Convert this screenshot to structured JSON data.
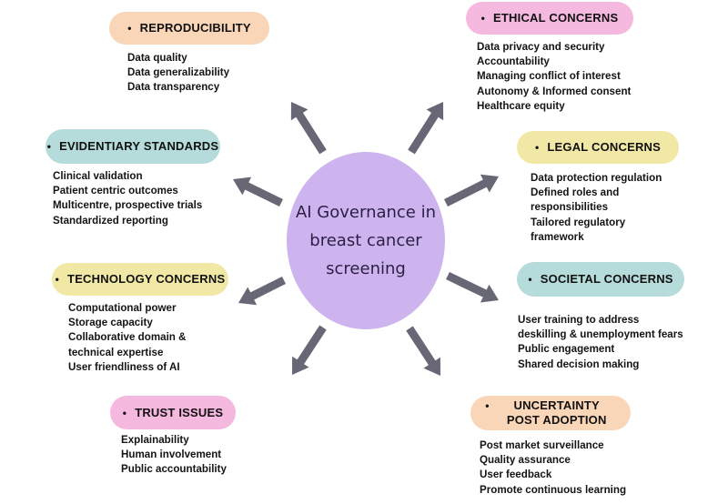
{
  "colors": {
    "peach": "#fad6b8",
    "pink": "#f5b8df",
    "teal": "#b5dcda",
    "yellow": "#f2e8a6",
    "lavender": "#cdb4ef",
    "arrow": "#676775"
  },
  "center": {
    "title": "AI Governance in breast cancer screening"
  },
  "categories": {
    "reproducibility": {
      "title": "REPRODUCIBILITY",
      "items": [
        "Data quality",
        "Data generalizability",
        "Data transparency"
      ]
    },
    "ethical": {
      "title": "ETHICAL CONCERNS",
      "items": [
        "Data privacy and security",
        "Accountability",
        "Managing conflict of interest",
        "Autonomy & Informed consent",
        "Healthcare equity"
      ]
    },
    "evidentiary": {
      "title": "EVIDENTIARY STANDARDS",
      "items": [
        "Clinical validation",
        "Patient centric outcomes",
        "Multicentre, prospective trials",
        "Standardized reporting"
      ]
    },
    "legal": {
      "title": "LEGAL CONCERNS",
      "items": [
        "Data protection regulation",
        "Defined roles and",
        "responsibilities",
        "Tailored regulatory",
        "framework"
      ]
    },
    "technology": {
      "title": "TECHNOLOGY CONCERNS",
      "items": [
        "Computational power",
        "Storage capacity",
        "Collaborative domain &",
        "technical expertise",
        "User friendliness of AI"
      ]
    },
    "societal": {
      "title": "SOCIETAL CONCERNS",
      "items": [
        "User training to address",
        "deskilling & unemployment fears",
        "Public engagement",
        "Shared decision making"
      ]
    },
    "trust": {
      "title": "TRUST ISSUES",
      "items": [
        "Explainability",
        "Human involvement",
        "Public accountability"
      ]
    },
    "uncertainty": {
      "title": "UNCERTAINTY POST ADOPTION",
      "items": [
        "Post market surveillance",
        "Quality assurance",
        "User feedback",
        "Promote continuous learning"
      ]
    }
  }
}
